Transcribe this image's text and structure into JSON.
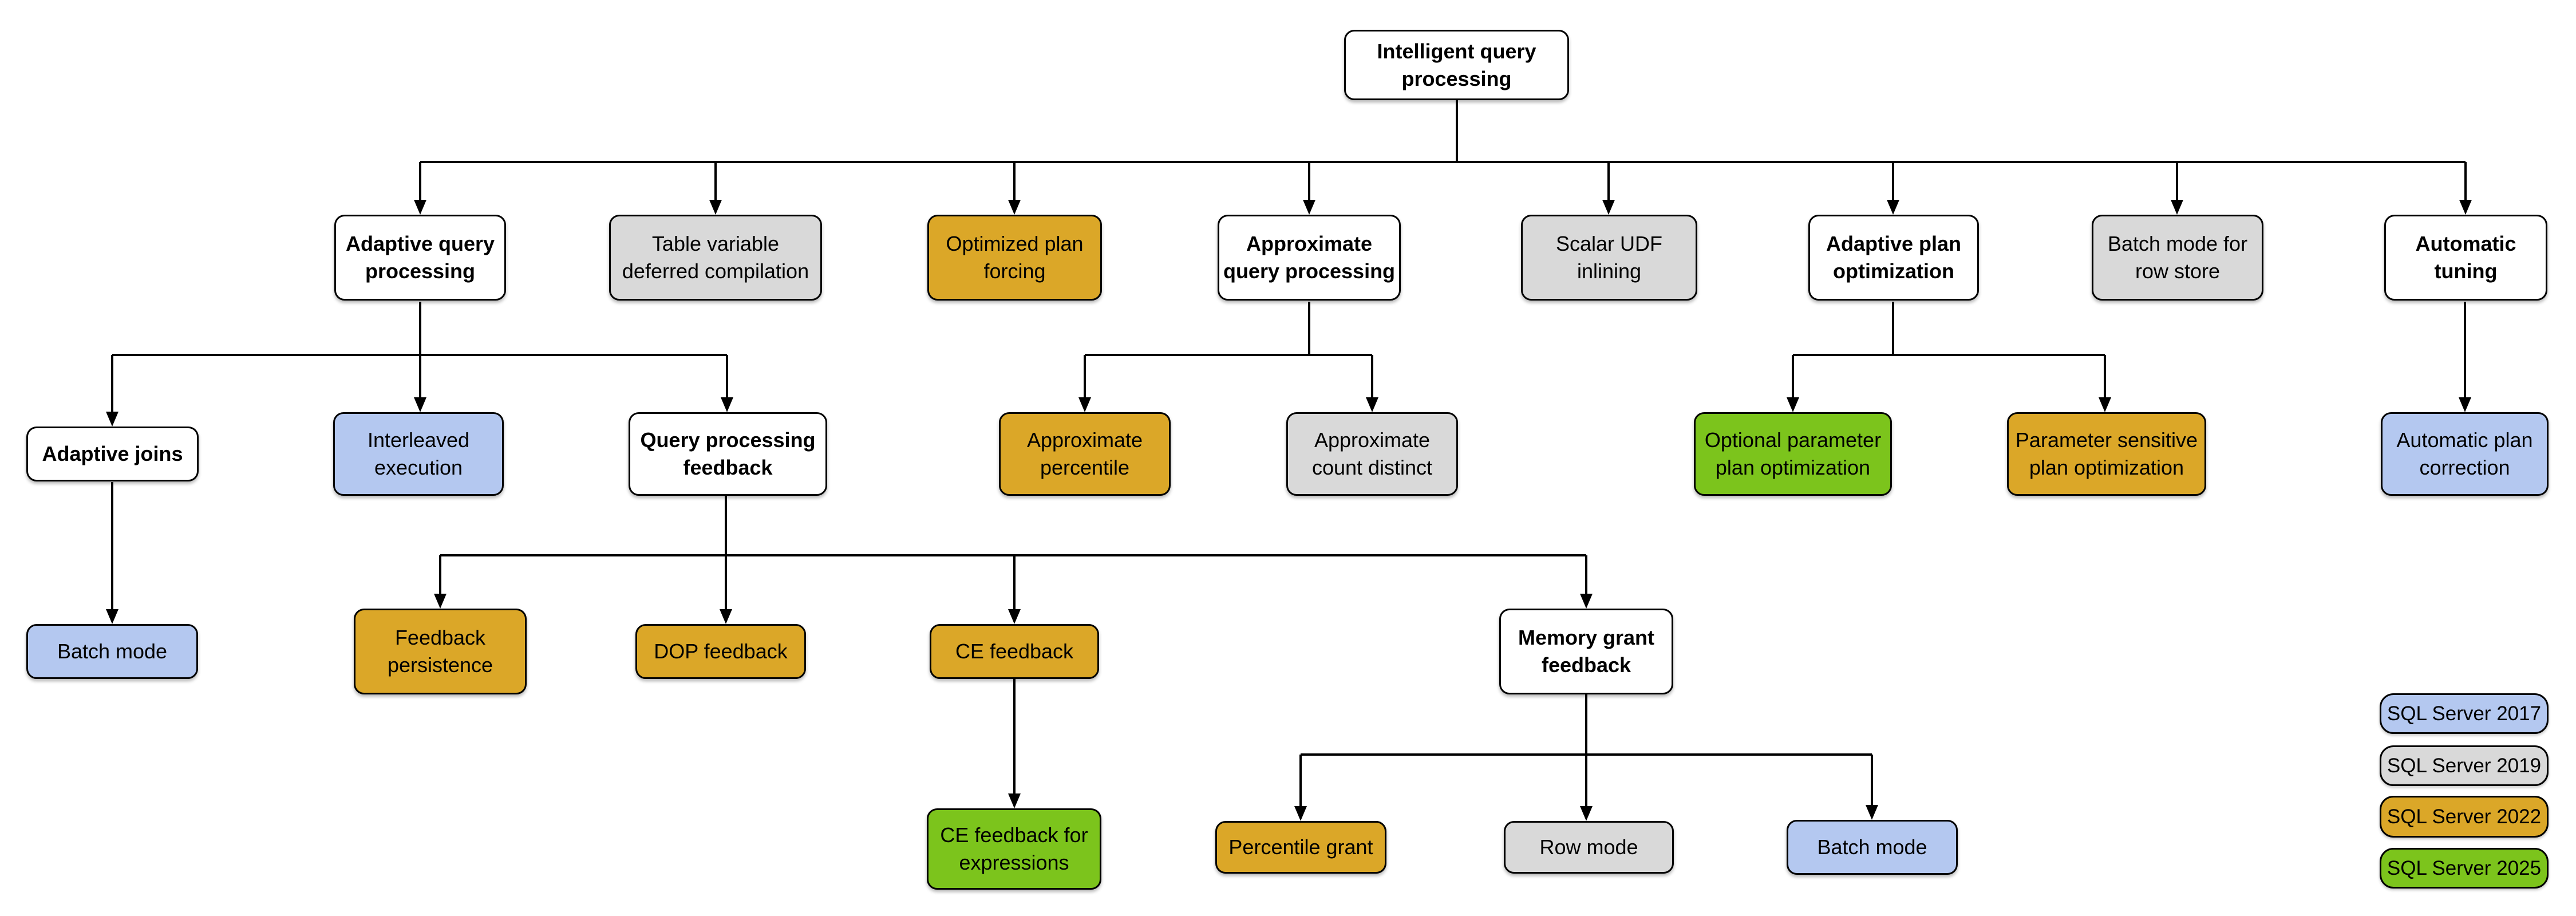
{
  "diagram_title": "Intelligent query processing",
  "palette": {
    "node_white": "#FFFFFF",
    "sql_server_2017_blue": "#B4C8F0",
    "sql_server_2019_gray": "#D9D9D9",
    "sql_server_2022_gold": "#DBA728",
    "sql_server_2025_green": "#7CC41C",
    "line_and_border": "#000000"
  },
  "nodes": {
    "root": "Intelligent query processing",
    "adaptive_query_processing": "Adaptive query processing",
    "table_variable_deferred_compilation": "Table variable deferred compilation",
    "optimized_plan_forcing": "Optimized plan forcing",
    "approximate_query_processing": "Approximate query processing",
    "scalar_udf_inlining": "Scalar UDF inlining",
    "adaptive_plan_optimization": "Adaptive plan optimization",
    "batch_mode_for_row_store": "Batch mode for row store",
    "automatic_tuning": "Automatic tuning",
    "adaptive_joins": "Adaptive joins",
    "interleaved_execution": "Interleaved execution",
    "query_processing_feedback": "Query processing feedback",
    "approximate_percentile": "Approximate percentile",
    "approximate_count_distinct": "Approximate count distinct",
    "optional_parameter_plan_optimization": "Optional parameter plan optimization",
    "parameter_sensitive_plan_optimization": "Parameter sensitive plan optimization",
    "automatic_plan_correction": "Automatic plan correction",
    "batch_mode_under_adaptive_joins": "Batch mode",
    "feedback_persistence": "Feedback persistence",
    "dop_feedback": "DOP feedback",
    "ce_feedback": "CE feedback",
    "memory_grant_feedback": "Memory grant feedback",
    "ce_feedback_for_expressions": "CE feedback for expressions",
    "percentile_grant": "Percentile grant",
    "row_mode": "Row mode",
    "batch_mode_under_memory_grant_feedback": "Batch mode"
  },
  "legend": {
    "items": [
      {
        "label": "SQL Server 2017",
        "color": "#B4C8F0"
      },
      {
        "label": "SQL Server 2019",
        "color": "#D9D9D9"
      },
      {
        "label": "SQL Server 2022",
        "color": "#DBA728"
      },
      {
        "label": "SQL Server 2025",
        "color": "#7CC41C"
      }
    ]
  }
}
